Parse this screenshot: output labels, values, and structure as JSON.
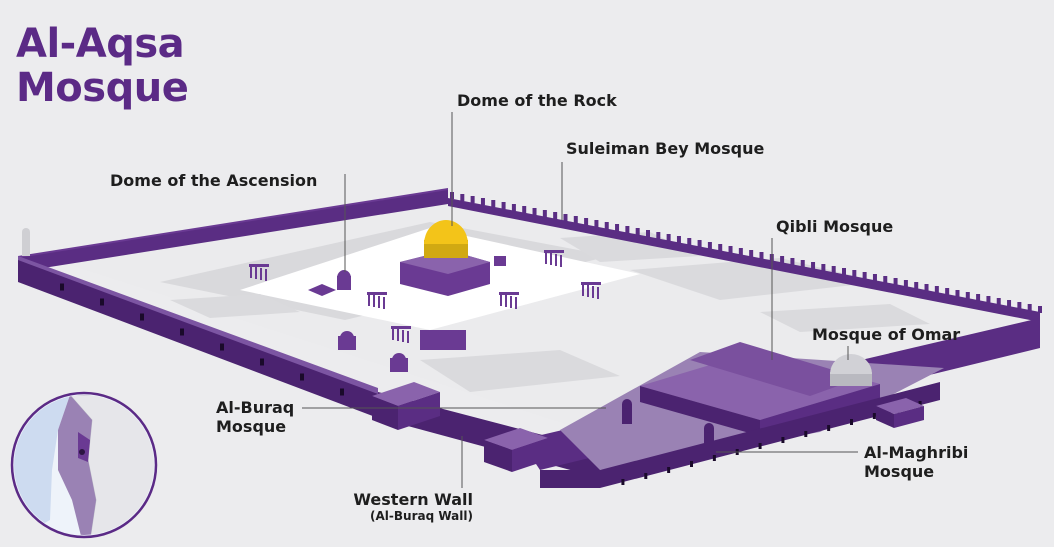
{
  "title": {
    "line1": "Al-Aqsa",
    "line2": "Mosque"
  },
  "labels": {
    "dome_of_the_rock": "Dome of the Rock",
    "suleiman_bey_mosque": "Suleiman Bey Mosque",
    "dome_of_the_ascension": "Dome of the Ascension",
    "qibli_mosque": "Qibli Mosque",
    "mosque_of_omar": "Mosque of Omar",
    "al_buraq_mosque_line1": "Al-Buraq",
    "al_buraq_mosque_line2": "Mosque",
    "al_maghribi_mosque_line1": "Al-Maghribi",
    "al_maghribi_mosque_line2": "Mosque",
    "western_wall": "Western Wall",
    "western_wall_sub": "(Al-Buraq Wall)"
  },
  "colors": {
    "wall_dark": "#4b2370",
    "wall_mid": "#6a3a93",
    "wall_light": "#8a63ac",
    "roof": "#9a82b4",
    "plaza": "#d7d7da",
    "courtyard": "#ffffff",
    "dome_gold": "#f3c419",
    "dome_grey": "#cfcfd3",
    "title": "#5b2a86",
    "inset_land": "#bfcbe0",
    "inset_sea": "#d8e4f4"
  }
}
